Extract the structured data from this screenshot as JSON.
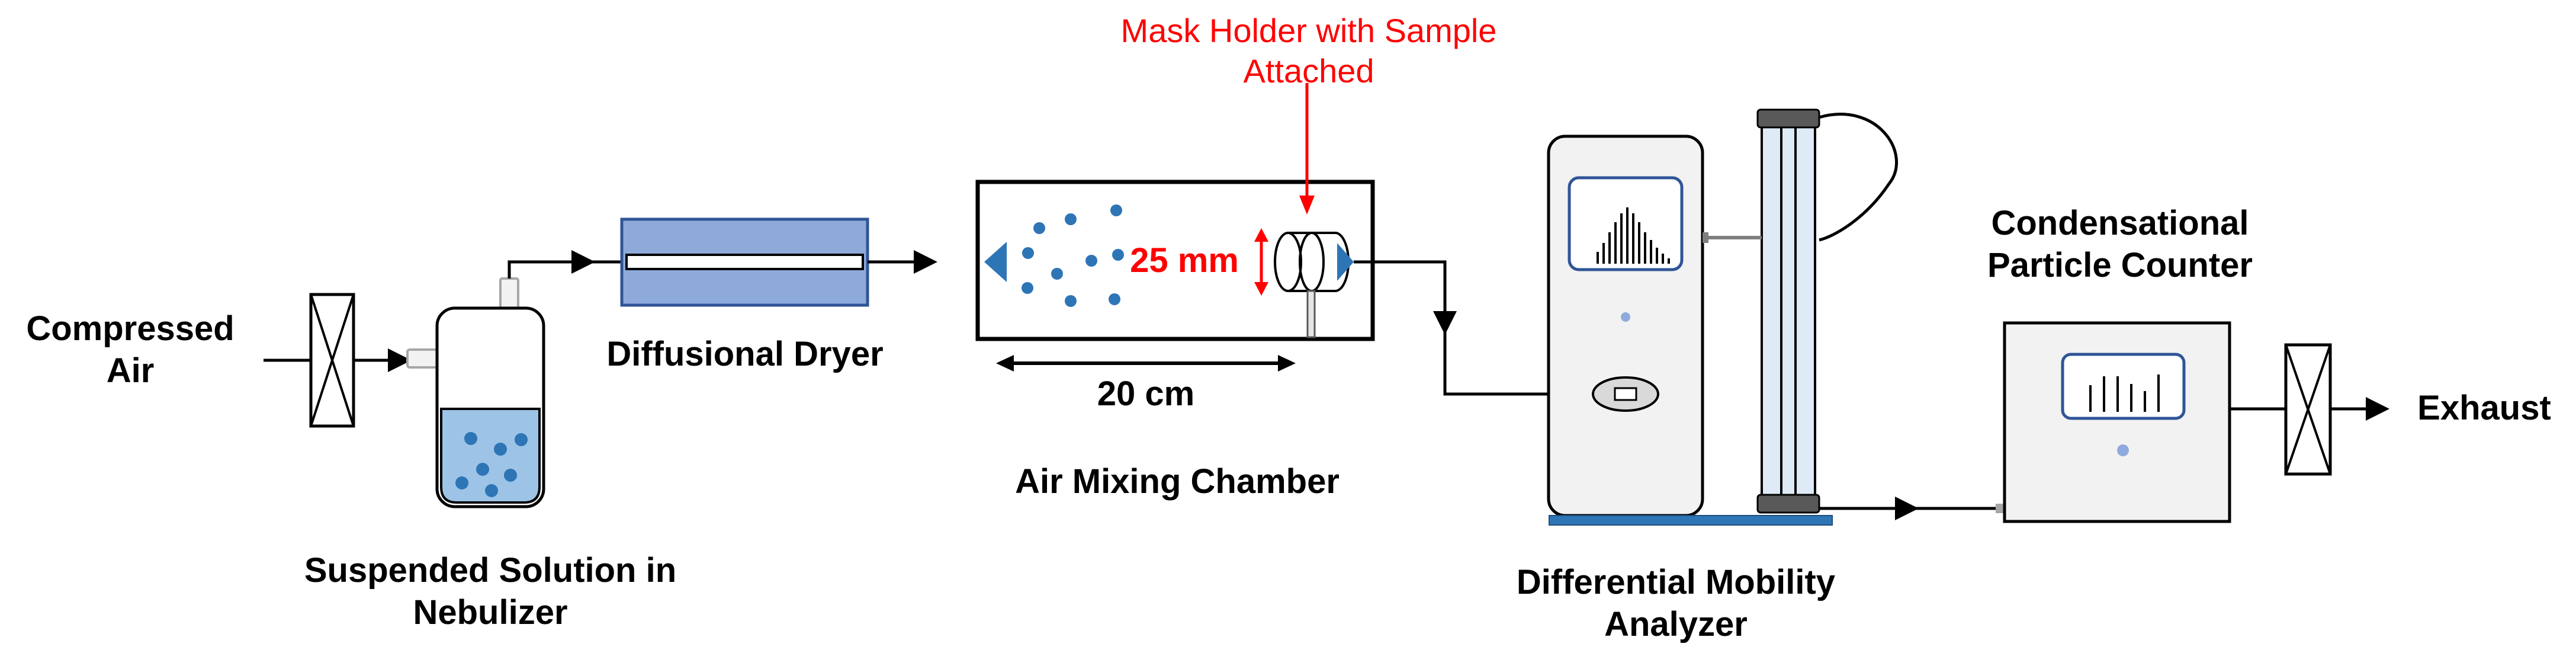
{
  "labels": {
    "compressed_air": [
      "Compressed",
      "Air"
    ],
    "nebulizer": [
      "Suspended Solution in",
      "Nebulizer"
    ],
    "dryer": "Diffusional Dryer",
    "chamber": "Air Mixing Chamber",
    "length": "20 cm",
    "diameter": "25 mm",
    "mask_holder": [
      "Mask Holder with Sample",
      "Attached"
    ],
    "dma": [
      "Differential Mobility",
      "Analyzer"
    ],
    "cpc": [
      "Condensational",
      "Particle Counter"
    ],
    "exhaust": "Exhaust"
  },
  "colors": {
    "line": "#000000",
    "annotation": "#ff0000",
    "dryer_fill": "#8eaadb",
    "dryer_border": "#2f5597",
    "solution_fill": "#9dc3e6",
    "particle": "#2e75b6",
    "cone": "#2e75b6",
    "housing": "#f2f2f2",
    "screen_border": "#2f5597",
    "base": "#2e75b6"
  }
}
